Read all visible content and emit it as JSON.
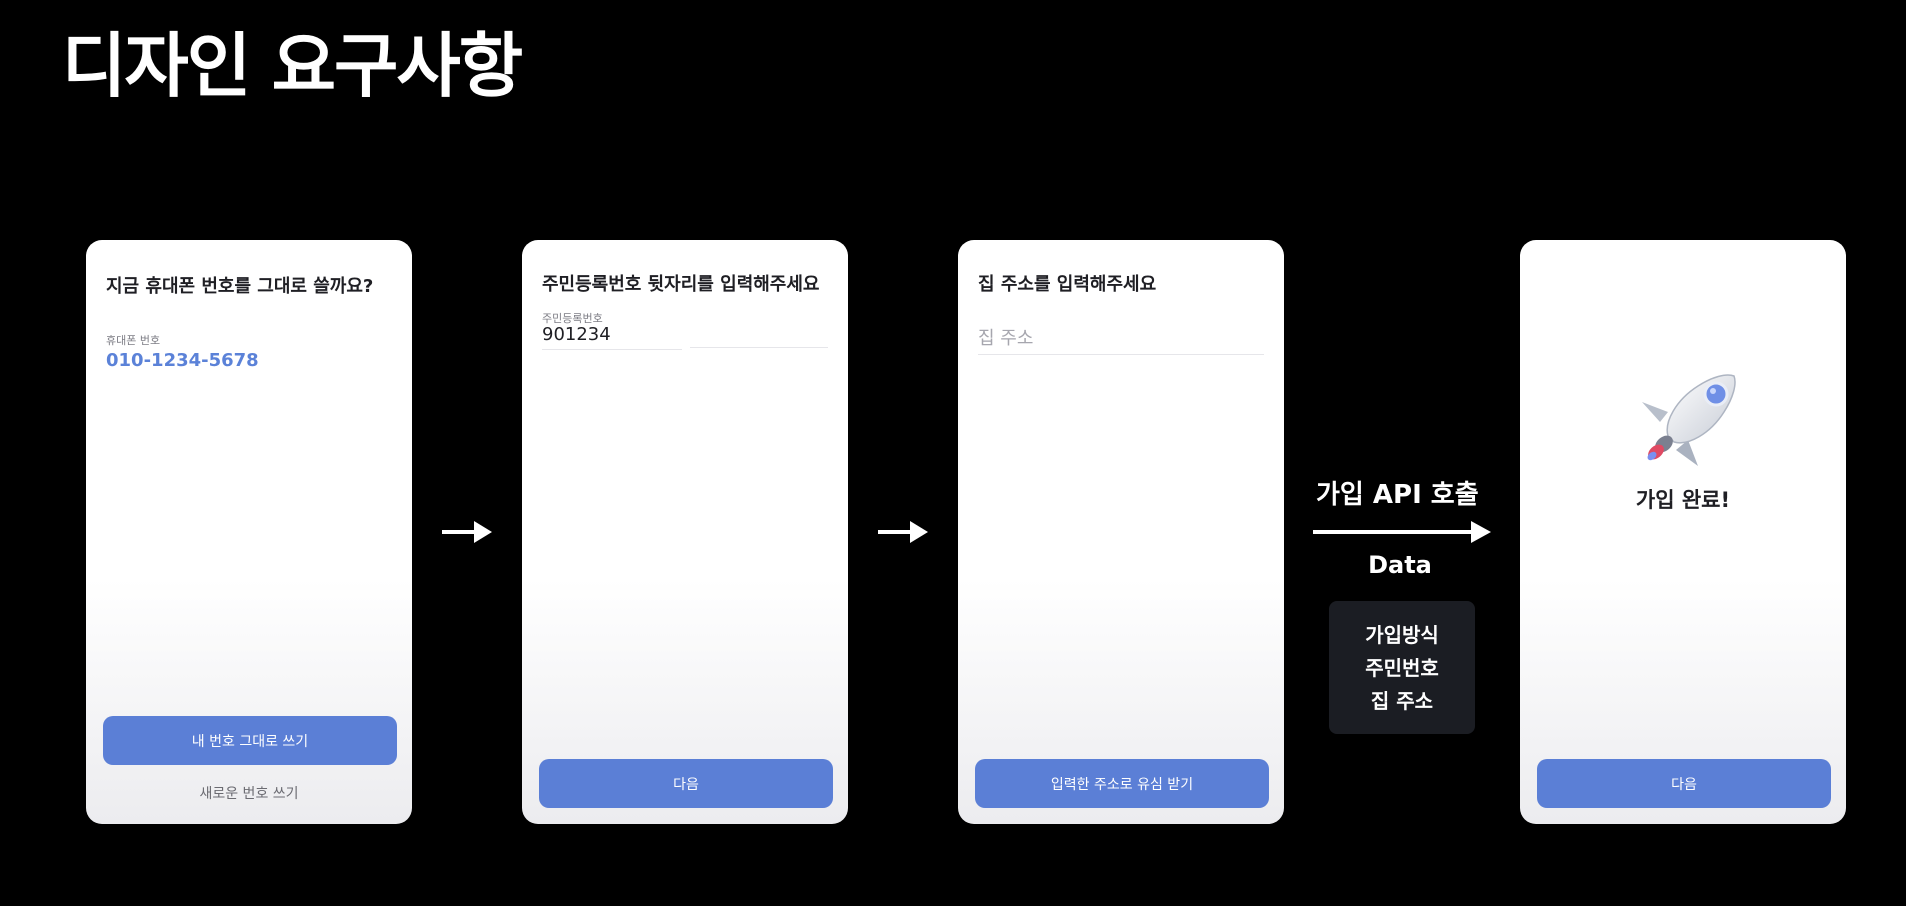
{
  "slide": {
    "title": "디자인 요구사항"
  },
  "screens": {
    "phone_check": {
      "question": "지금 휴대폰 번호를 그대로 쓸까요?",
      "field_label": "휴대폰 번호",
      "phone_number": "010-1234-5678",
      "primary_button": "내 번호 그대로 쓰기",
      "secondary_link": "새로운 번호 쓰기"
    },
    "resident_number": {
      "question": "주민등록번호 뒷자리를 입력해주세요",
      "field_label": "주민등록번호",
      "front_value": "901234",
      "button": "다음"
    },
    "address": {
      "question": "집 주소를 입력해주세요",
      "placeholder": "집 주소",
      "button": "입력한 주소로 유심 받기"
    },
    "complete": {
      "title": "가입 완료!",
      "button": "다음"
    }
  },
  "api_call": {
    "label": "가입 API 호출",
    "data_label": "Data",
    "data_items": [
      "가입방식",
      "주민번호",
      "집 주소"
    ]
  },
  "colors": {
    "background": "#000000",
    "accent": "#5b7fd6",
    "phone_number": "#5b82d8",
    "data_box": "#1b1d23"
  },
  "icons": {
    "arrow": "arrow-right-icon",
    "rocket": "rocket-icon"
  }
}
